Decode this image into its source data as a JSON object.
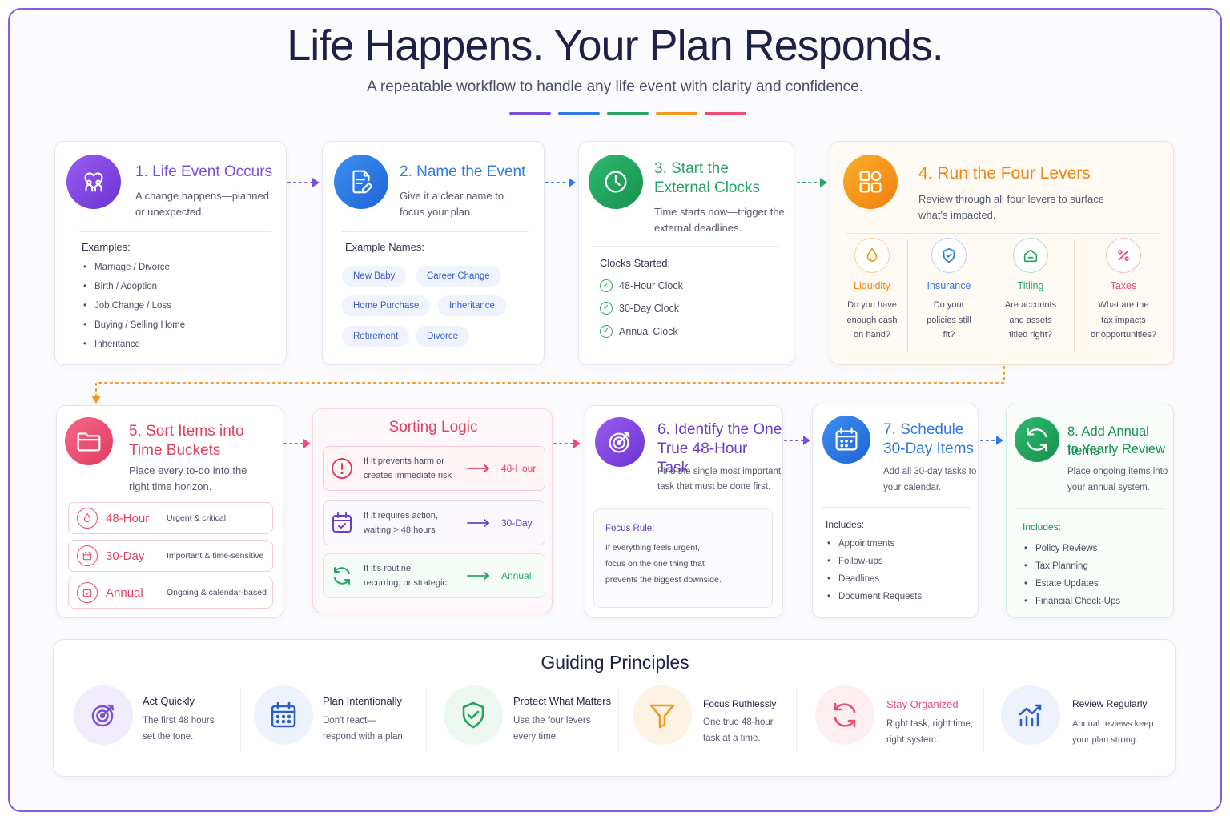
{
  "header": {
    "title": "Life Happens. Your Plan Responds.",
    "subtitle": "A repeatable workflow to handle any life event with clarity and confidence.",
    "rule_colors": [
      "#7b4fd6",
      "#2f7be0",
      "#25a463",
      "#f39a1e",
      "#ec4c74"
    ]
  },
  "step1": {
    "title": "1. Life Event Occurs",
    "desc_line1": "A change happens—planned",
    "desc_line2": "or unexpected.",
    "list_title": "Examples:",
    "items": [
      "Marriage / Divorce",
      "Birth / Adoption",
      "Job Change / Loss",
      "Buying / Selling Home",
      "Inheritance"
    ],
    "color": "#7b4fd6",
    "icon": "family-heart-icon"
  },
  "step2": {
    "title": "2. Name the Event",
    "desc_line1": "Give it a clear name to",
    "desc_line2": "focus your plan.",
    "list_title": "Example Names:",
    "chips": [
      "New Baby",
      "Career Change",
      "Home Purchase",
      "Inheritance",
      "Retirement",
      "Divorce"
    ],
    "color": "#2f7be0",
    "icon": "document-pen-icon"
  },
  "step3": {
    "title_line1": "3. Start the",
    "title_line2": "External Clocks",
    "desc_line1": "Time starts now—trigger the",
    "desc_line2": "external deadlines.",
    "list_title": "Clocks Started:",
    "items": [
      "48-Hour Clock",
      "30-Day Clock",
      "Annual Clock"
    ],
    "color": "#25a463",
    "icon": "clock-icon"
  },
  "step4": {
    "title": "4. Run the Four Levers",
    "desc_line1": "Review through all four levers to surface",
    "desc_line2": "what's impacted.",
    "color": "#f39a1e",
    "icon": "grid-icon",
    "levers": [
      {
        "name": "Liquidity",
        "q1": "Do you have",
        "q2": "enough cash",
        "q3": "on hand?",
        "color": "#f39a1e",
        "icon": "water-drop-icon"
      },
      {
        "name": "Insurance",
        "q1": "Do your",
        "q2": "policies still",
        "q3": "fit?",
        "color": "#2f7be0",
        "icon": "shield-icon"
      },
      {
        "name": "Titling",
        "q1": "Are accounts",
        "q2": "and assets",
        "q3": "titled right?",
        "color": "#25a463",
        "icon": "home-icon"
      },
      {
        "name": "Taxes",
        "q1": "What are the",
        "q2": "tax impacts",
        "q3": "or opportunities?",
        "color": "#ec4c74",
        "icon": "percent-icon"
      }
    ]
  },
  "step5": {
    "title_line1": "5. Sort Items into",
    "title_line2": "Time Buckets",
    "desc_line1": "Place every to-do into the",
    "desc_line2": "right time horizon.",
    "color": "#ec4c74",
    "icon": "folder-icon",
    "buckets": [
      {
        "name": "48-Hour",
        "desc": "Urgent & critical",
        "icon": "drop-icon"
      },
      {
        "name": "30-Day",
        "desc": "Important & time-sensitive",
        "icon": "calendar-icon"
      },
      {
        "name": "Annual",
        "desc": "Ongoing & calendar-based",
        "icon": "calendar-check-icon"
      }
    ]
  },
  "sorting": {
    "title": "Sorting Logic",
    "rows": [
      {
        "line1": "If it prevents harm or",
        "line2": "creates immediate risk",
        "result": "48-Hour",
        "color": "#ec4c74",
        "icon": "alert-icon"
      },
      {
        "line1": "If it requires action,",
        "line2": "waiting > 48 hours",
        "result": "30-Day",
        "color": "#6a3fc8",
        "icon": "calendar-icon"
      },
      {
        "line1": "If it's routine,",
        "line2": "recurring, or strategic",
        "result": "Annual",
        "color": "#25a463",
        "icon": "refresh-icon"
      }
    ]
  },
  "step6": {
    "title_line1": "6. Identify the One",
    "title_line2": "True 48-Hour Task",
    "desc_line1": "Find the single most important",
    "desc_line2": "task that must be done first.",
    "focus_title": "Focus Rule:",
    "focus_line1": "If everything feels urgent,",
    "focus_line2": "focus on the one thing that",
    "focus_line3": "prevents the biggest downside.",
    "color": "#7b4fd6",
    "icon": "target-icon"
  },
  "step7": {
    "title_line1": "7. Schedule",
    "title_line2": "30-Day Items",
    "desc_line1": "Add all 30-day tasks to",
    "desc_line2": "your calendar.",
    "list_title": "Includes:",
    "items": [
      "Appointments",
      "Follow-ups",
      "Deadlines",
      "Document Requests"
    ],
    "color": "#2f7be0",
    "icon": "calendar-icon"
  },
  "step8": {
    "title_line1": "8. Add Annual Items",
    "title_line2": "to Yearly Review",
    "desc_line1": "Place ongoing items into",
    "desc_line2": "your annual system.",
    "list_title": "Includes:",
    "items": [
      "Policy Reviews",
      "Tax Planning",
      "Estate Updates",
      "Financial Check-Ups"
    ],
    "color": "#25a463",
    "icon": "refresh-icon"
  },
  "principles": {
    "title": "Guiding Principles",
    "items": [
      {
        "title": "Act Quickly",
        "d1": "The first 48 hours",
        "d2": "set the tone.",
        "color": "#7b4fd6",
        "bg": "#f1ecfb",
        "icon": "target-icon"
      },
      {
        "title": "Plan Intentionally",
        "d1": "Don't react—",
        "d2": "respond with a plan.",
        "color": "#2f5fc4",
        "bg": "#edf2fc",
        "icon": "calendar-icon"
      },
      {
        "title": "Protect What Matters",
        "d1": "Use the four levers",
        "d2": "every time.",
        "color": "#25a463",
        "bg": "#ebf7ef",
        "icon": "shield-check-icon"
      },
      {
        "title": "Focus Ruthlessly",
        "d1": "One true 48-hour",
        "d2": "task at a time.",
        "color": "#f39a1e",
        "bg": "#fdf3e4",
        "icon": "funnel-icon"
      },
      {
        "title": "Stay Organized",
        "d1": "Right task, right time,",
        "d2": "right system.",
        "color": "#ec4c74",
        "bg": "#fdeef1",
        "icon": "refresh-icon"
      },
      {
        "title": "Review Regularly",
        "d1": "Annual reviews keep",
        "d2": "your plan strong.",
        "color": "#2f5fc4",
        "bg": "#edf2fc",
        "icon": "chart-icon"
      }
    ]
  }
}
